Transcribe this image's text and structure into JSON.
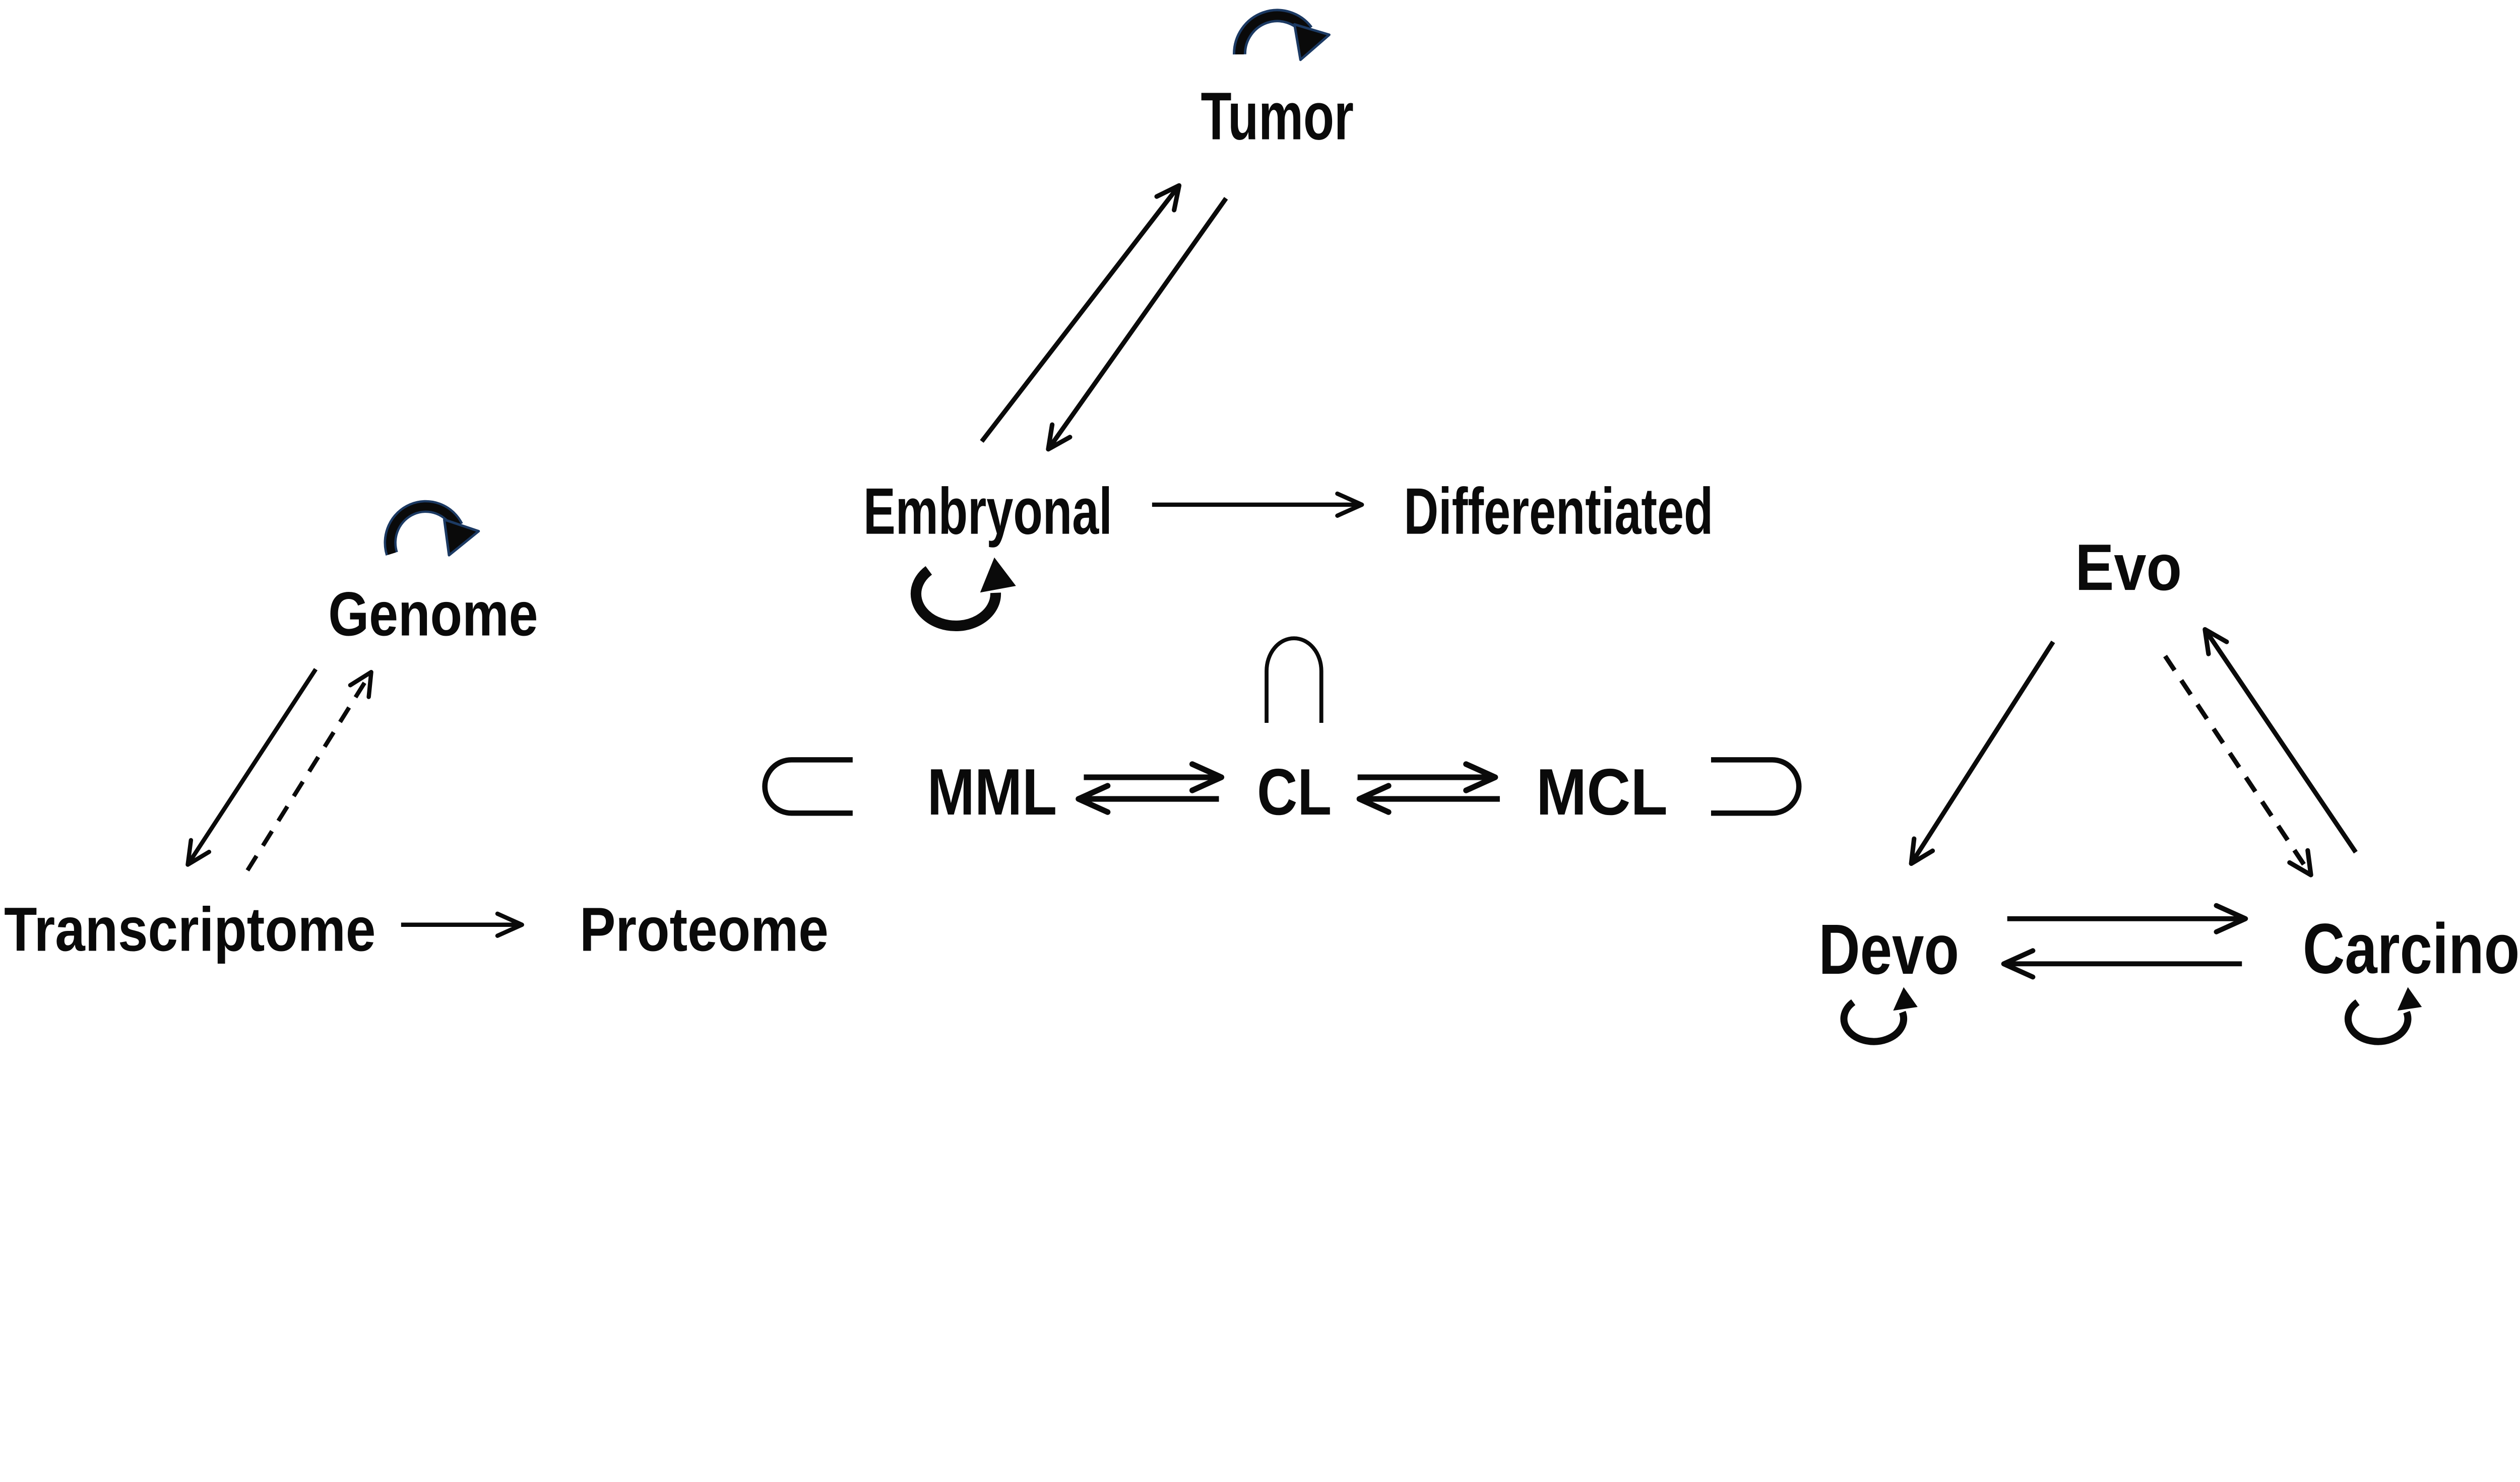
{
  "diagram": {
    "background_color": "#ffffff",
    "ink_color": "#0a0a0a",
    "loop_accent_color": "#1c3a63",
    "development_module": {
      "labels": {
        "tumor": "Tumor",
        "embryonal": "Embryonal",
        "differentiated": "Differentiated"
      },
      "edges": [
        {
          "from": "Embryonal",
          "to": "Tumor",
          "style": "solid",
          "arrowhead": "at Tumor"
        },
        {
          "from": "Tumor",
          "to": "Embryonal",
          "style": "solid",
          "arrowhead": "at Embryonal"
        },
        {
          "from": "Embryonal",
          "to": "Differentiated",
          "style": "solid",
          "arrowhead": "at Differentiated"
        },
        {
          "from": "Tumor",
          "to": "Tumor",
          "style": "bold-self-loop-arch"
        },
        {
          "from": "Embryonal",
          "to": "Embryonal",
          "style": "bold-self-loop-cup"
        }
      ]
    },
    "lineage_module": {
      "labels": {
        "mml": "MML",
        "cl": "CL",
        "mcl": "MCL"
      },
      "edges": [
        {
          "from": "MML",
          "to": "CL",
          "style": "solid",
          "arrowhead": "at CL"
        },
        {
          "from": "CL",
          "to": "MML",
          "style": "solid",
          "arrowhead": "at MML"
        },
        {
          "from": "CL",
          "to": "MCL",
          "style": "solid",
          "arrowhead": "at MCL"
        },
        {
          "from": "MCL",
          "to": "CL",
          "style": "solid",
          "arrowhead": "at CL"
        },
        {
          "from": "MML",
          "to": "MML",
          "style": "open-loop-left"
        },
        {
          "from": "CL",
          "to": "CL",
          "style": "open-loop-top"
        },
        {
          "from": "MCL",
          "to": "MCL",
          "style": "open-loop-right"
        }
      ]
    },
    "omics_module": {
      "labels": {
        "genome": "Genome",
        "transcriptome": "Transcriptome",
        "proteome": "Proteome"
      },
      "edges": [
        {
          "from": "Genome",
          "to": "Transcriptome",
          "style": "solid",
          "arrowhead": "at Transcriptome"
        },
        {
          "from": "Transcriptome",
          "to": "Genome",
          "style": "dashed",
          "arrowhead": "at Genome"
        },
        {
          "from": "Transcriptome",
          "to": "Proteome",
          "style": "solid",
          "arrowhead": "at Proteome"
        },
        {
          "from": "Genome",
          "to": "Genome",
          "style": "bold-self-loop-arch"
        }
      ]
    },
    "discipline_module": {
      "labels": {
        "evo": "Evo",
        "devo": "Devo",
        "carcino": "Carcino"
      },
      "edges": [
        {
          "from": "Evo",
          "to": "Devo",
          "style": "solid",
          "arrowhead": "at Devo"
        },
        {
          "from": "Evo",
          "to": "Carcino",
          "style": "dashed",
          "arrowhead": "at Carcino"
        },
        {
          "from": "Carcino",
          "to": "Evo",
          "style": "solid",
          "arrowhead": "at Evo"
        },
        {
          "from": "Devo",
          "to": "Carcino",
          "style": "solid",
          "arrowhead": "at Carcino"
        },
        {
          "from": "Carcino",
          "to": "Devo",
          "style": "solid",
          "arrowhead": "at Devo"
        },
        {
          "from": "Devo",
          "to": "Devo",
          "style": "bold-self-loop-cup"
        },
        {
          "from": "Carcino",
          "to": "Carcino",
          "style": "bold-self-loop-cup"
        }
      ]
    }
  }
}
